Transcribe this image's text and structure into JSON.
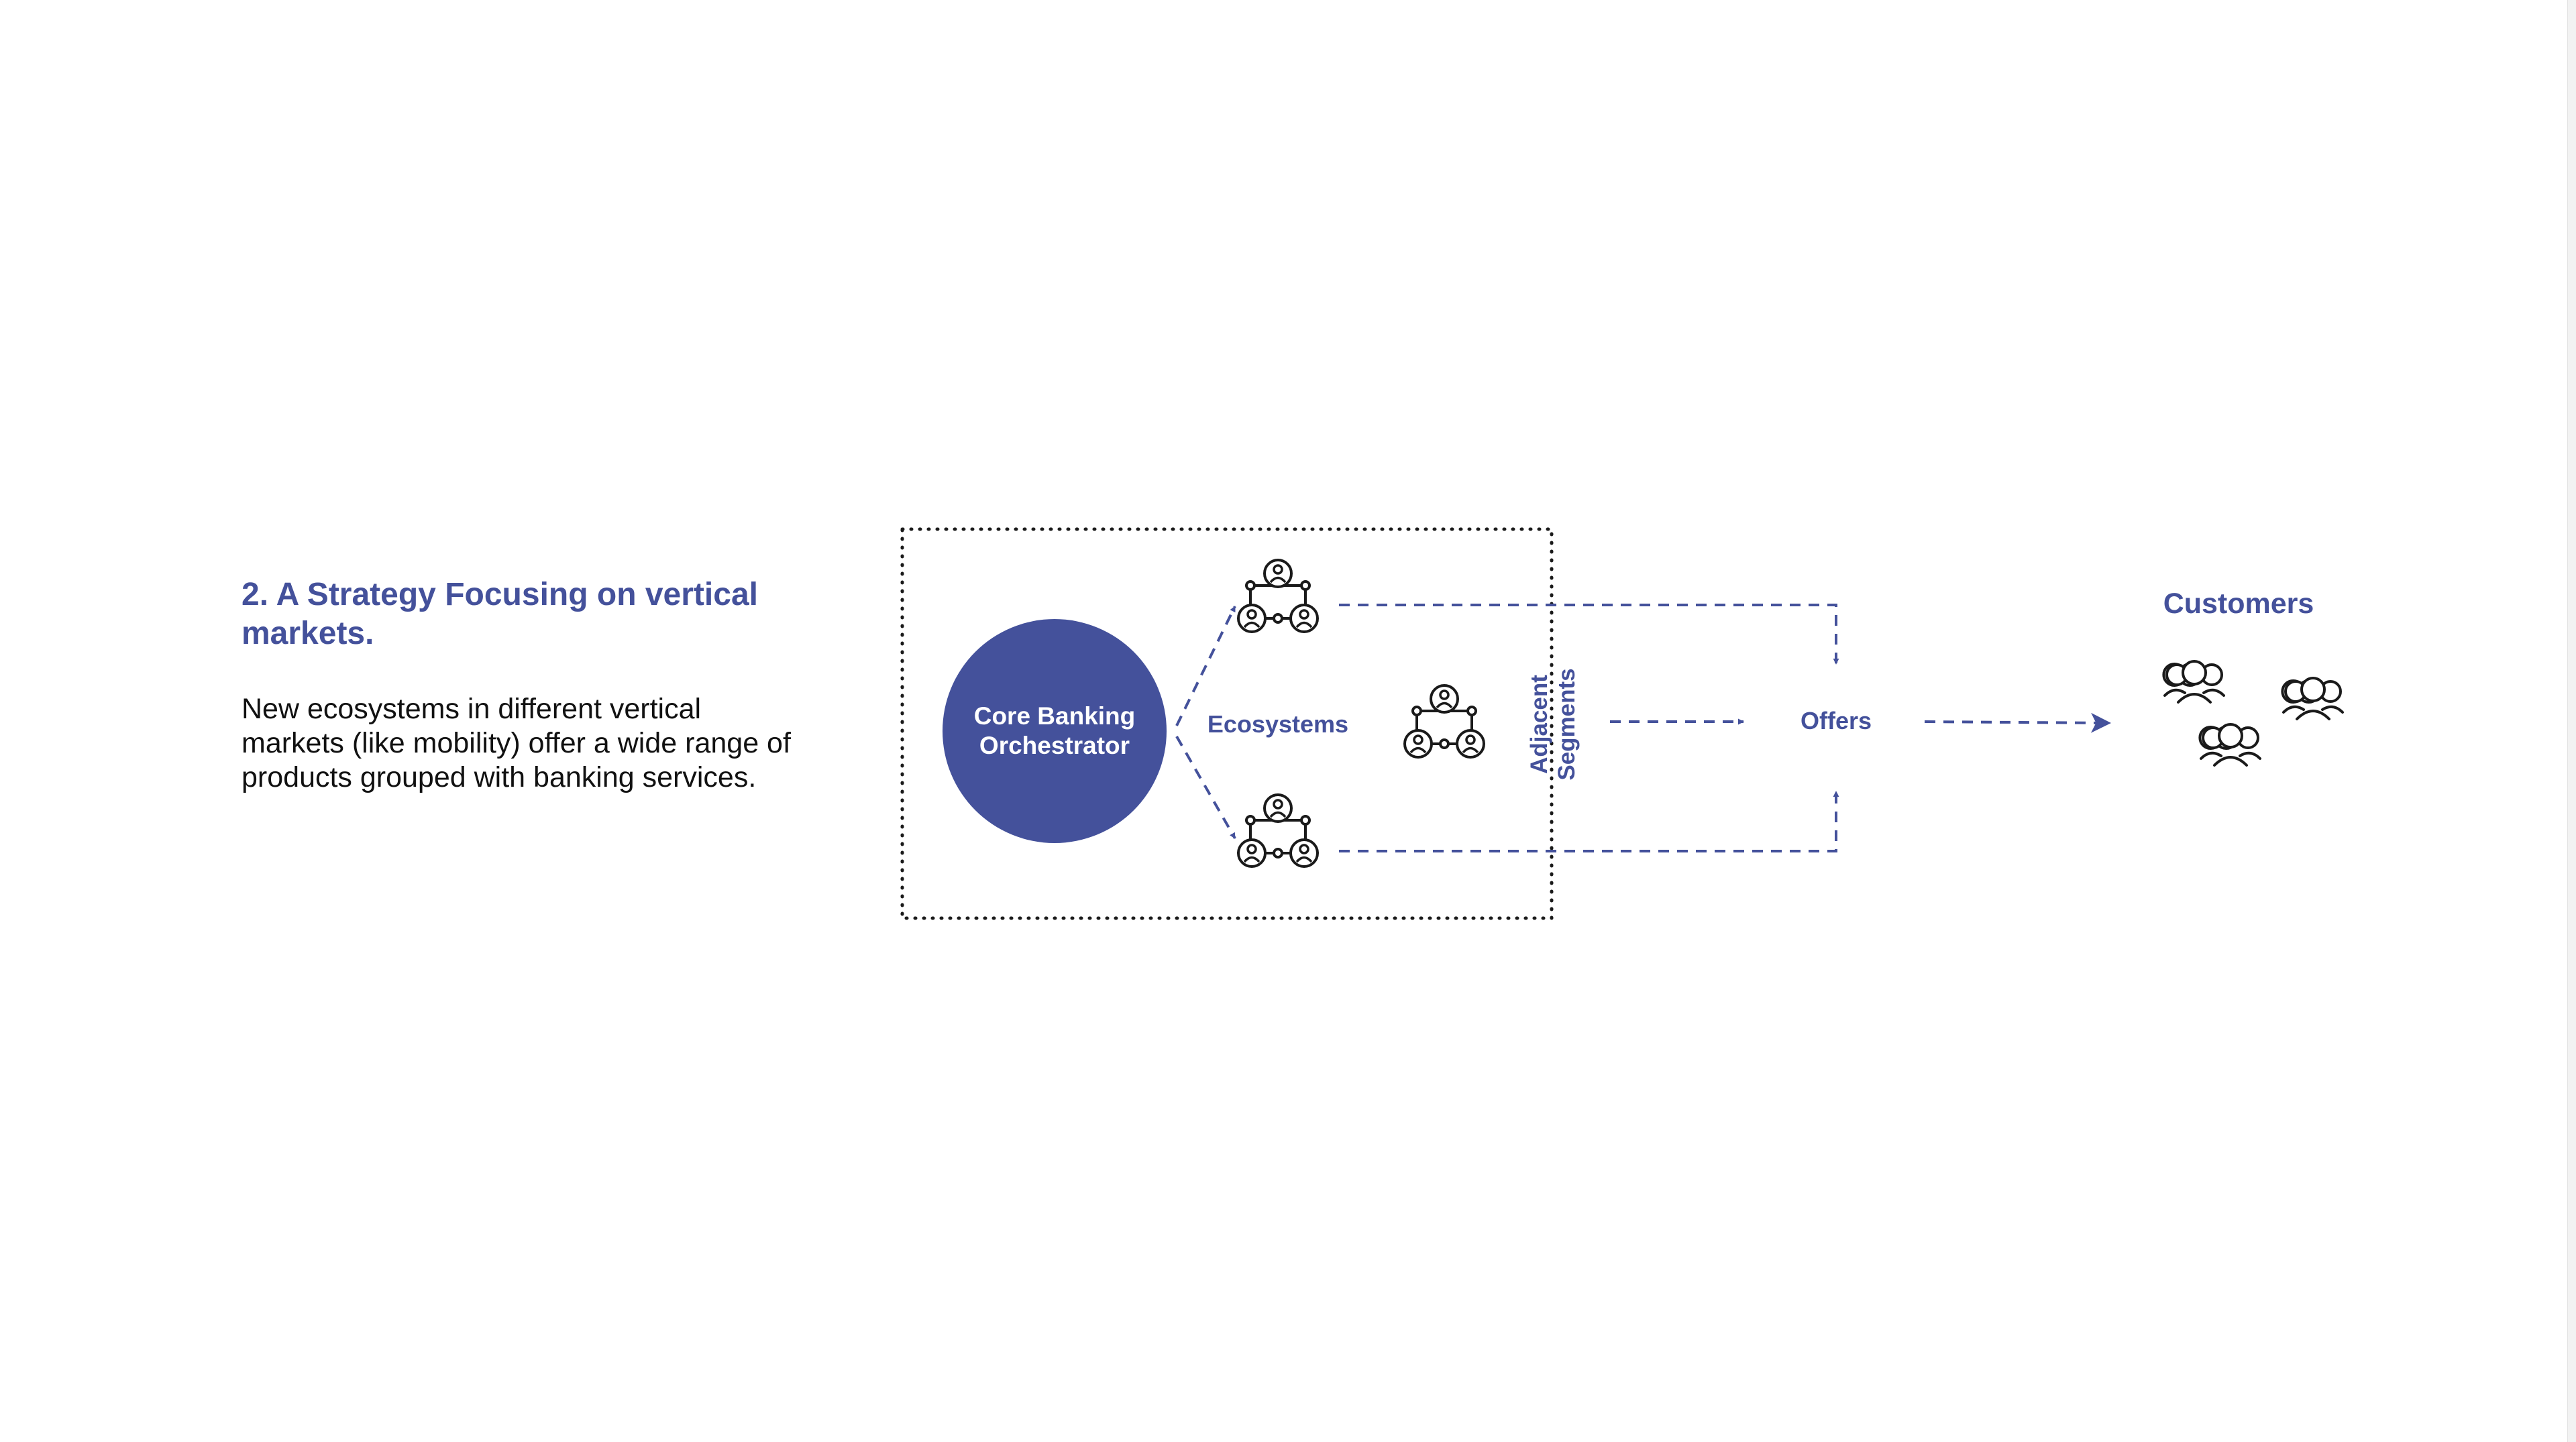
{
  "intro": {
    "title": "2. A Strategy Focusing on vertical markets.",
    "body": "New ecosystems in different vertical markets (like mobility) offer a wide range of products grouped with banking services."
  },
  "diagram": {
    "core": {
      "line1": "Core Banking",
      "line2": "Orchestrator"
    },
    "ecosystems_label": "Ecosystems",
    "adjacent_line1": "Adjacent",
    "adjacent_line2": "Segments",
    "offers_label": "Offers",
    "customers_label": "Customers",
    "icons": {
      "ecosystem": "ecosystem-network-icon",
      "customers": "customer-group-icon"
    }
  },
  "colors": {
    "accent": "#44519b",
    "text": "#111111",
    "icon_stroke": "#1a1a1a",
    "background": "#ffffff"
  }
}
